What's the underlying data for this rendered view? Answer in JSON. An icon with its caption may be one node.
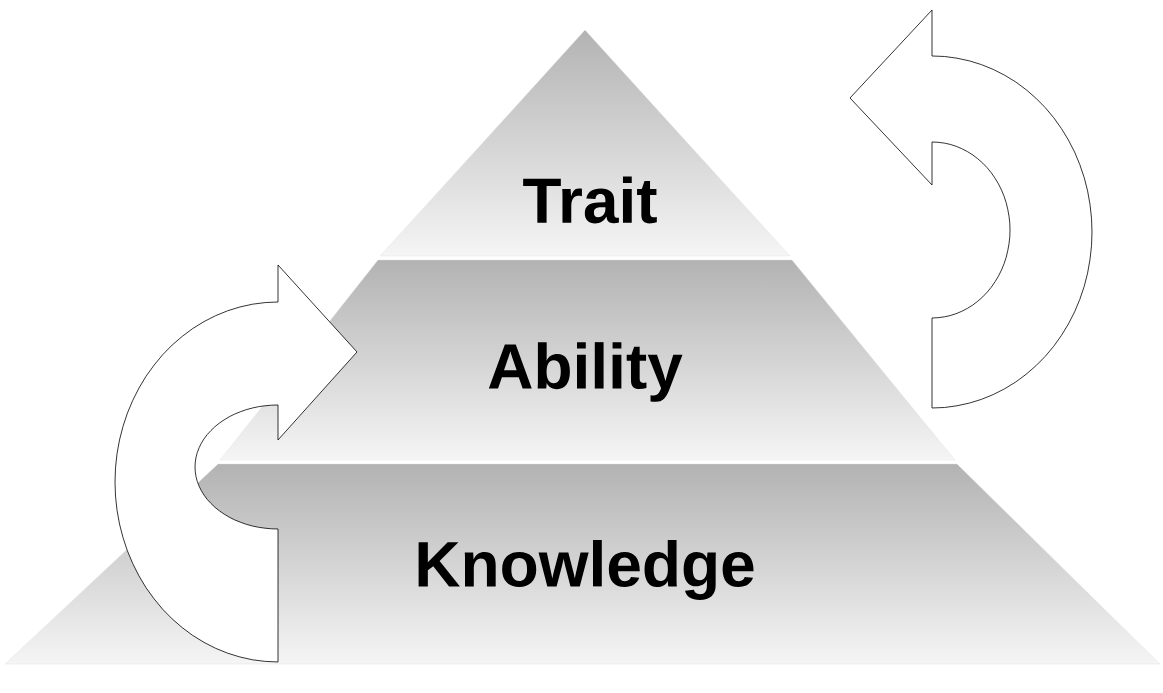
{
  "diagram": {
    "nodes": [
      {
        "text": [
          "Trait"
        ]
      },
      {
        "text": [
          "Ability"
        ]
      },
      {
        "text": [
          "Knowledge"
        ]
      }
    ],
    "edges": [
      {
        "from": 2,
        "to": 1,
        "arrow": "to"
      },
      {
        "from": 1,
        "to": 0,
        "arrow": "to"
      }
    ]
  }
}
